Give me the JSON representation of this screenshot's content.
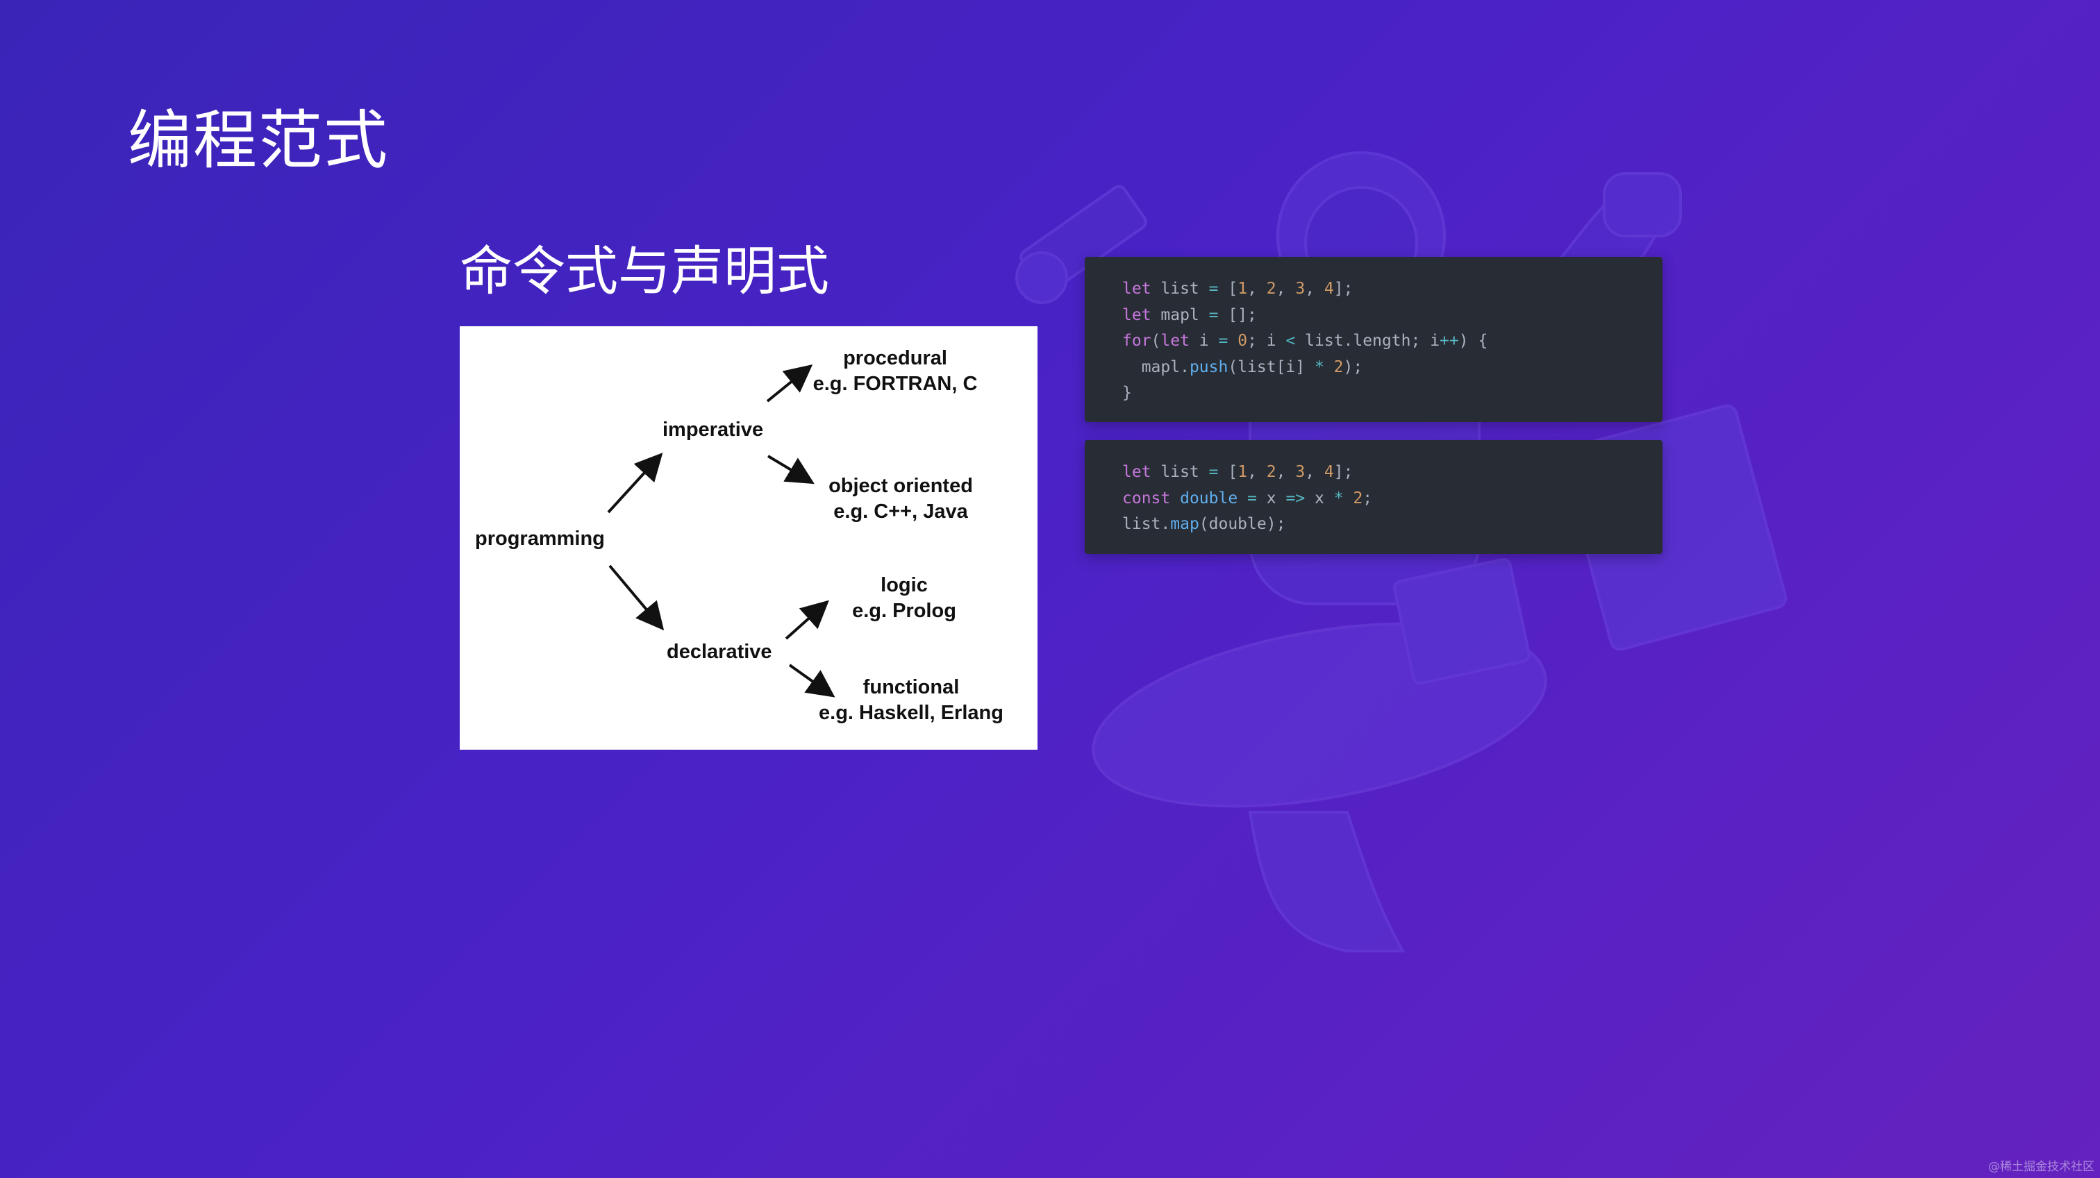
{
  "slide": {
    "title": "编程范式",
    "subtitle": "命令式与声明式"
  },
  "diagram": {
    "nodes": {
      "root": "programming",
      "imperative": "imperative",
      "declarative": "declarative",
      "procedural": "procedural",
      "procedural_example": "e.g. FORTRAN, C",
      "object_oriented": "object oriented",
      "object_oriented_example": "e.g. C++, Java",
      "logic": "logic",
      "logic_example": "e.g. Prolog",
      "functional": "functional",
      "functional_example": "e.g. Haskell, Erlang"
    }
  },
  "code_blocks": [
    {
      "lines": [
        [
          {
            "t": "let",
            "c": "kw"
          },
          {
            "t": " list ",
            "c": "plain"
          },
          {
            "t": "=",
            "c": "op"
          },
          {
            "t": " [",
            "c": "plain"
          },
          {
            "t": "1",
            "c": "num"
          },
          {
            "t": ", ",
            "c": "plain"
          },
          {
            "t": "2",
            "c": "num"
          },
          {
            "t": ", ",
            "c": "plain"
          },
          {
            "t": "3",
            "c": "num"
          },
          {
            "t": ", ",
            "c": "plain"
          },
          {
            "t": "4",
            "c": "num"
          },
          {
            "t": "];",
            "c": "plain"
          }
        ],
        [
          {
            "t": "let",
            "c": "kw"
          },
          {
            "t": " mapl ",
            "c": "plain"
          },
          {
            "t": "=",
            "c": "op"
          },
          {
            "t": " [];",
            "c": "plain"
          }
        ],
        [
          {
            "t": "for",
            "c": "kw"
          },
          {
            "t": "(",
            "c": "plain"
          },
          {
            "t": "let",
            "c": "kw"
          },
          {
            "t": " i ",
            "c": "plain"
          },
          {
            "t": "=",
            "c": "op"
          },
          {
            "t": " ",
            "c": "plain"
          },
          {
            "t": "0",
            "c": "num"
          },
          {
            "t": "; i ",
            "c": "plain"
          },
          {
            "t": "<",
            "c": "op"
          },
          {
            "t": " list.length; i",
            "c": "plain"
          },
          {
            "t": "++",
            "c": "op"
          },
          {
            "t": ") {",
            "c": "plain"
          }
        ],
        [
          {
            "t": "  mapl.",
            "c": "plain"
          },
          {
            "t": "push",
            "c": "fn"
          },
          {
            "t": "(list[i] ",
            "c": "plain"
          },
          {
            "t": "*",
            "c": "op"
          },
          {
            "t": " ",
            "c": "plain"
          },
          {
            "t": "2",
            "c": "num"
          },
          {
            "t": ");",
            "c": "plain"
          }
        ],
        [
          {
            "t": "}",
            "c": "plain"
          }
        ]
      ]
    },
    {
      "lines": [
        [
          {
            "t": "let",
            "c": "kw"
          },
          {
            "t": " list ",
            "c": "plain"
          },
          {
            "t": "=",
            "c": "op"
          },
          {
            "t": " [",
            "c": "plain"
          },
          {
            "t": "1",
            "c": "num"
          },
          {
            "t": ", ",
            "c": "plain"
          },
          {
            "t": "2",
            "c": "num"
          },
          {
            "t": ", ",
            "c": "plain"
          },
          {
            "t": "3",
            "c": "num"
          },
          {
            "t": ", ",
            "c": "plain"
          },
          {
            "t": "4",
            "c": "num"
          },
          {
            "t": "];",
            "c": "plain"
          }
        ],
        [
          {
            "t": "const",
            "c": "kw"
          },
          {
            "t": " ",
            "c": "plain"
          },
          {
            "t": "double",
            "c": "fn"
          },
          {
            "t": " ",
            "c": "plain"
          },
          {
            "t": "=",
            "c": "op"
          },
          {
            "t": " x ",
            "c": "plain"
          },
          {
            "t": "=>",
            "c": "op"
          },
          {
            "t": " x ",
            "c": "plain"
          },
          {
            "t": "*",
            "c": "op"
          },
          {
            "t": " ",
            "c": "plain"
          },
          {
            "t": "2",
            "c": "num"
          },
          {
            "t": ";",
            "c": "plain"
          }
        ],
        [
          {
            "t": "list.",
            "c": "plain"
          },
          {
            "t": "map",
            "c": "fn"
          },
          {
            "t": "(double);",
            "c": "plain"
          }
        ]
      ]
    }
  ],
  "watermark": "@稀土掘金技术社区",
  "colors": {
    "background_start": "#3a24b8",
    "background_end": "#6422be",
    "code_background": "#282c34",
    "keyword": "#c678dd",
    "number": "#d19a66",
    "function": "#61afef",
    "operator": "#56b6c2",
    "text": "#abb2bf"
  }
}
